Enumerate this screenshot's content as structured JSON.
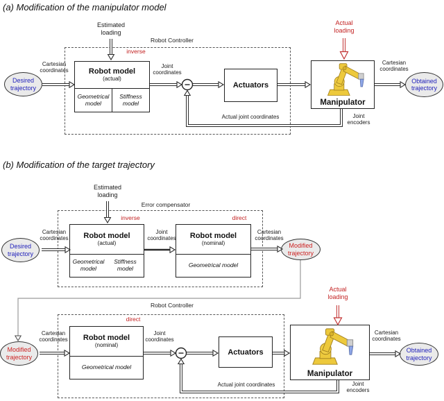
{
  "colors": {
    "accent_red": "#cc2222",
    "accent_blue": "#2222bb",
    "ellipse_fill": "#eaeaea",
    "robot_yellow": "#edc93c"
  },
  "a": {
    "title": "(a) Modification of the manipulator model",
    "estimated_loading": "Estimated loading",
    "robot_controller": "Robot Controller",
    "inverse": "inverse",
    "desired_trajectory": "Desired trajectory",
    "cartesian_in": "Cartesian coordinates",
    "robot_model": {
      "title": "Robot model",
      "variant": "(actual)",
      "geometrical": "Geometrical model",
      "stiffness": "Stiffness model"
    },
    "joint_coordinates": "Joint coordinates",
    "actuators": "Actuators",
    "actual_loading": "Actual loading",
    "manipulator": "Manipulator",
    "cartesian_out": "Cartesian coordinates",
    "obtained_trajectory": "Obtained trajectory",
    "actual_joint_coordinates": "Actual joint coordinates",
    "joint_encoders": "Joint encoders"
  },
  "b": {
    "title": "(b) Modification of the target trajectory",
    "estimated_loading": "Estimated loading",
    "error_compensator": "Error compensator",
    "robot_controller": "Robot Controller",
    "inverse": "inverse",
    "direct_top": "direct",
    "direct_bottom": "direct",
    "desired_trajectory": "Desired trajectory",
    "cartesian_in_top": "Cartesian coordinates",
    "model_actual": {
      "title": "Robot model",
      "variant": "(actual)",
      "geometrical": "Geometrical model",
      "stiffness": "Stiffness model"
    },
    "joint_coordinates_top": "Joint coordinates",
    "model_nominal_top": {
      "title": "Robot model",
      "variant": "(nominal)",
      "geometrical": "Geometrical model"
    },
    "cartesian_out_top": "Cartesian coordinates",
    "modified_trajectory_out": "Modified trajectory",
    "modified_trajectory_in": "Modified trajectory",
    "cartesian_in_bottom": "Cartesian coordinates",
    "model_nominal_bottom": {
      "title": "Robot model",
      "variant": "(nominal)",
      "geometrical": "Geometrical model"
    },
    "joint_coordinates_bottom": "Joint coordinates",
    "actuators": "Actuators",
    "actual_loading": "Actual loading",
    "manipulator": "Manipulator",
    "cartesian_out_bottom": "Cartesian coordinates",
    "obtained_trajectory": "Obtained trajectory",
    "actual_joint_coordinates": "Actual joint coordinates",
    "joint_encoders": "Joint encoders"
  }
}
